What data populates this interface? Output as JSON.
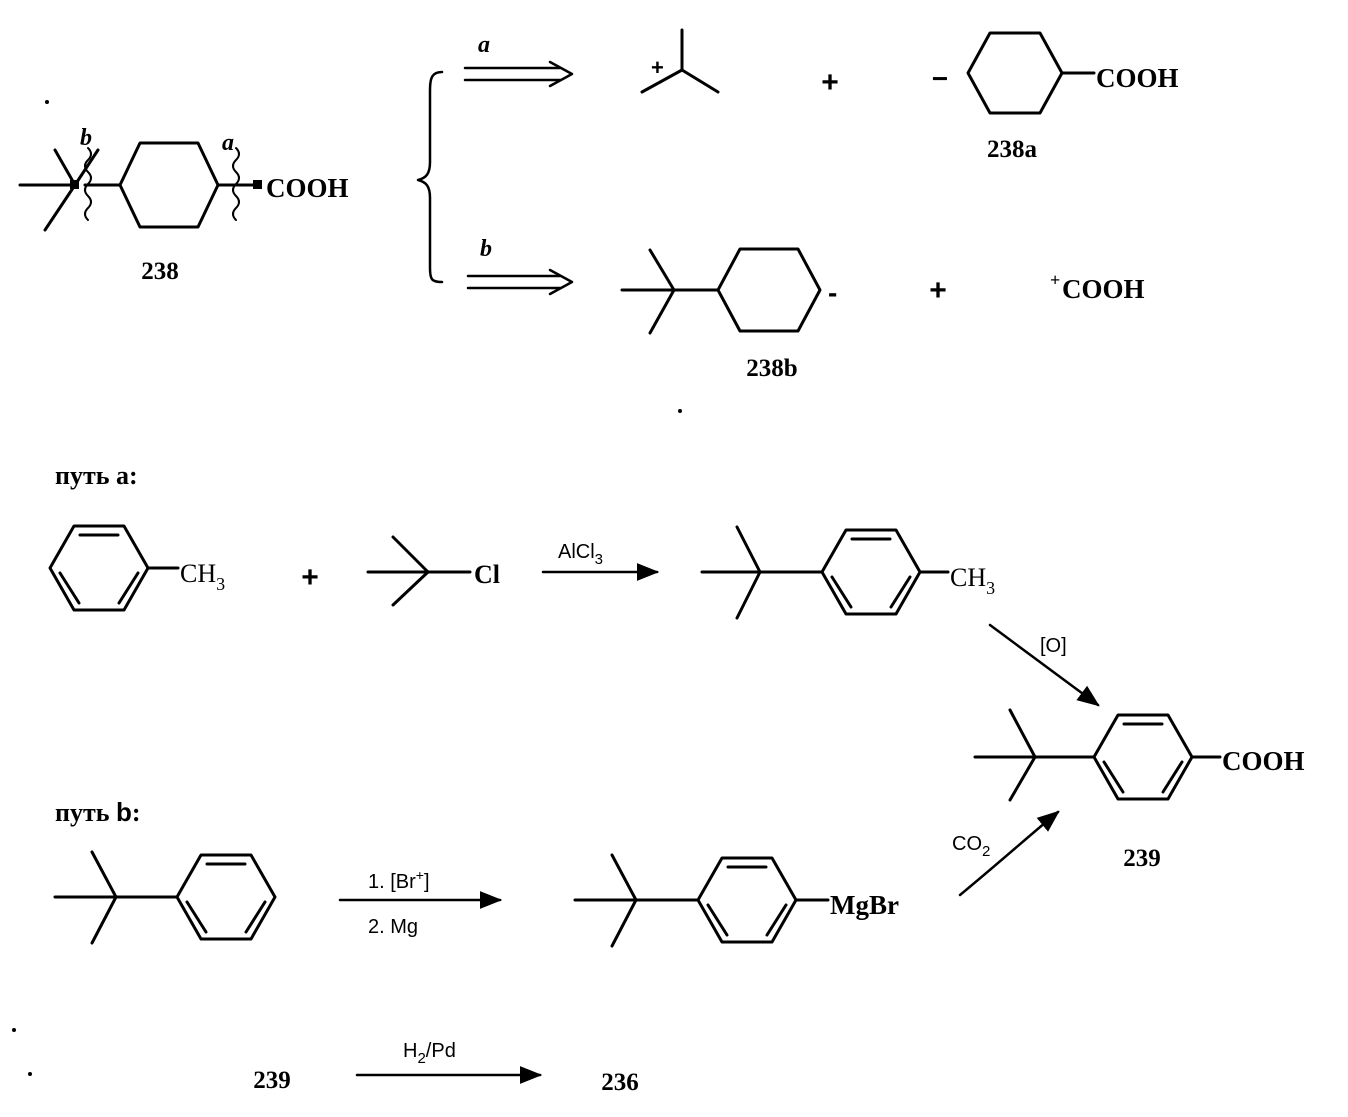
{
  "retrosynthesis": {
    "start_label": "238",
    "start_group": "COOH",
    "bond_a": "a",
    "bond_b": "b",
    "route_a": {
      "arrow_label": "a",
      "cation_charge": "+",
      "plus": "+",
      "anion_charge": "−",
      "acid_group": "COOH",
      "label": "238a"
    },
    "route_b": {
      "arrow_label": "b",
      "anion_charge": "-",
      "plus": "+",
      "cation_charge": "+",
      "cation_group": "COOH",
      "label": "238b"
    }
  },
  "path_a": {
    "heading": "путь a:",
    "toluene_group": "CH",
    "toluene_sub": "3",
    "plus": "+",
    "chloride_atom": "Cl",
    "reagent": "AlCl",
    "reagent_sub": "3",
    "product_group": "CH",
    "product_sub": "3",
    "oxidation": "[O]"
  },
  "product": {
    "group": "COOH",
    "label": "239"
  },
  "path_b": {
    "heading_prefix": "путь ",
    "heading_letter": "b",
    "heading_suffix": ":",
    "step1": "1. [Br",
    "step1_sup": "+",
    "step1_close": "]",
    "step2": "2. Mg",
    "grignard_group": "MgBr",
    "co2": "CO",
    "co2_sub": "2"
  },
  "final_step": {
    "start": "239",
    "reagent_h": "H",
    "reagent_sub": "2",
    "reagent_rest": "/Pd",
    "end": "236"
  }
}
